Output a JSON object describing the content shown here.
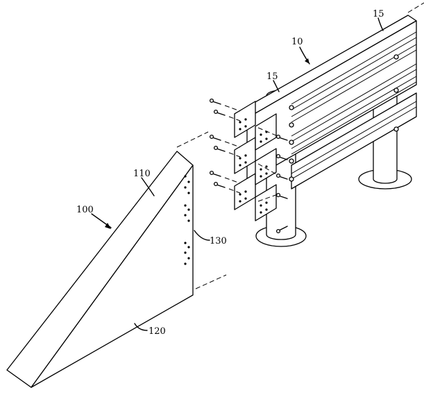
{
  "labels": {
    "rail_assembly": "10",
    "post_top_right": "15",
    "post_top_left": "15",
    "end_member": "100",
    "inclined_face": "110",
    "bottom_edge": "120",
    "vertical_face": "130"
  },
  "colors": {
    "stroke": "#000000",
    "background": "#ffffff"
  }
}
